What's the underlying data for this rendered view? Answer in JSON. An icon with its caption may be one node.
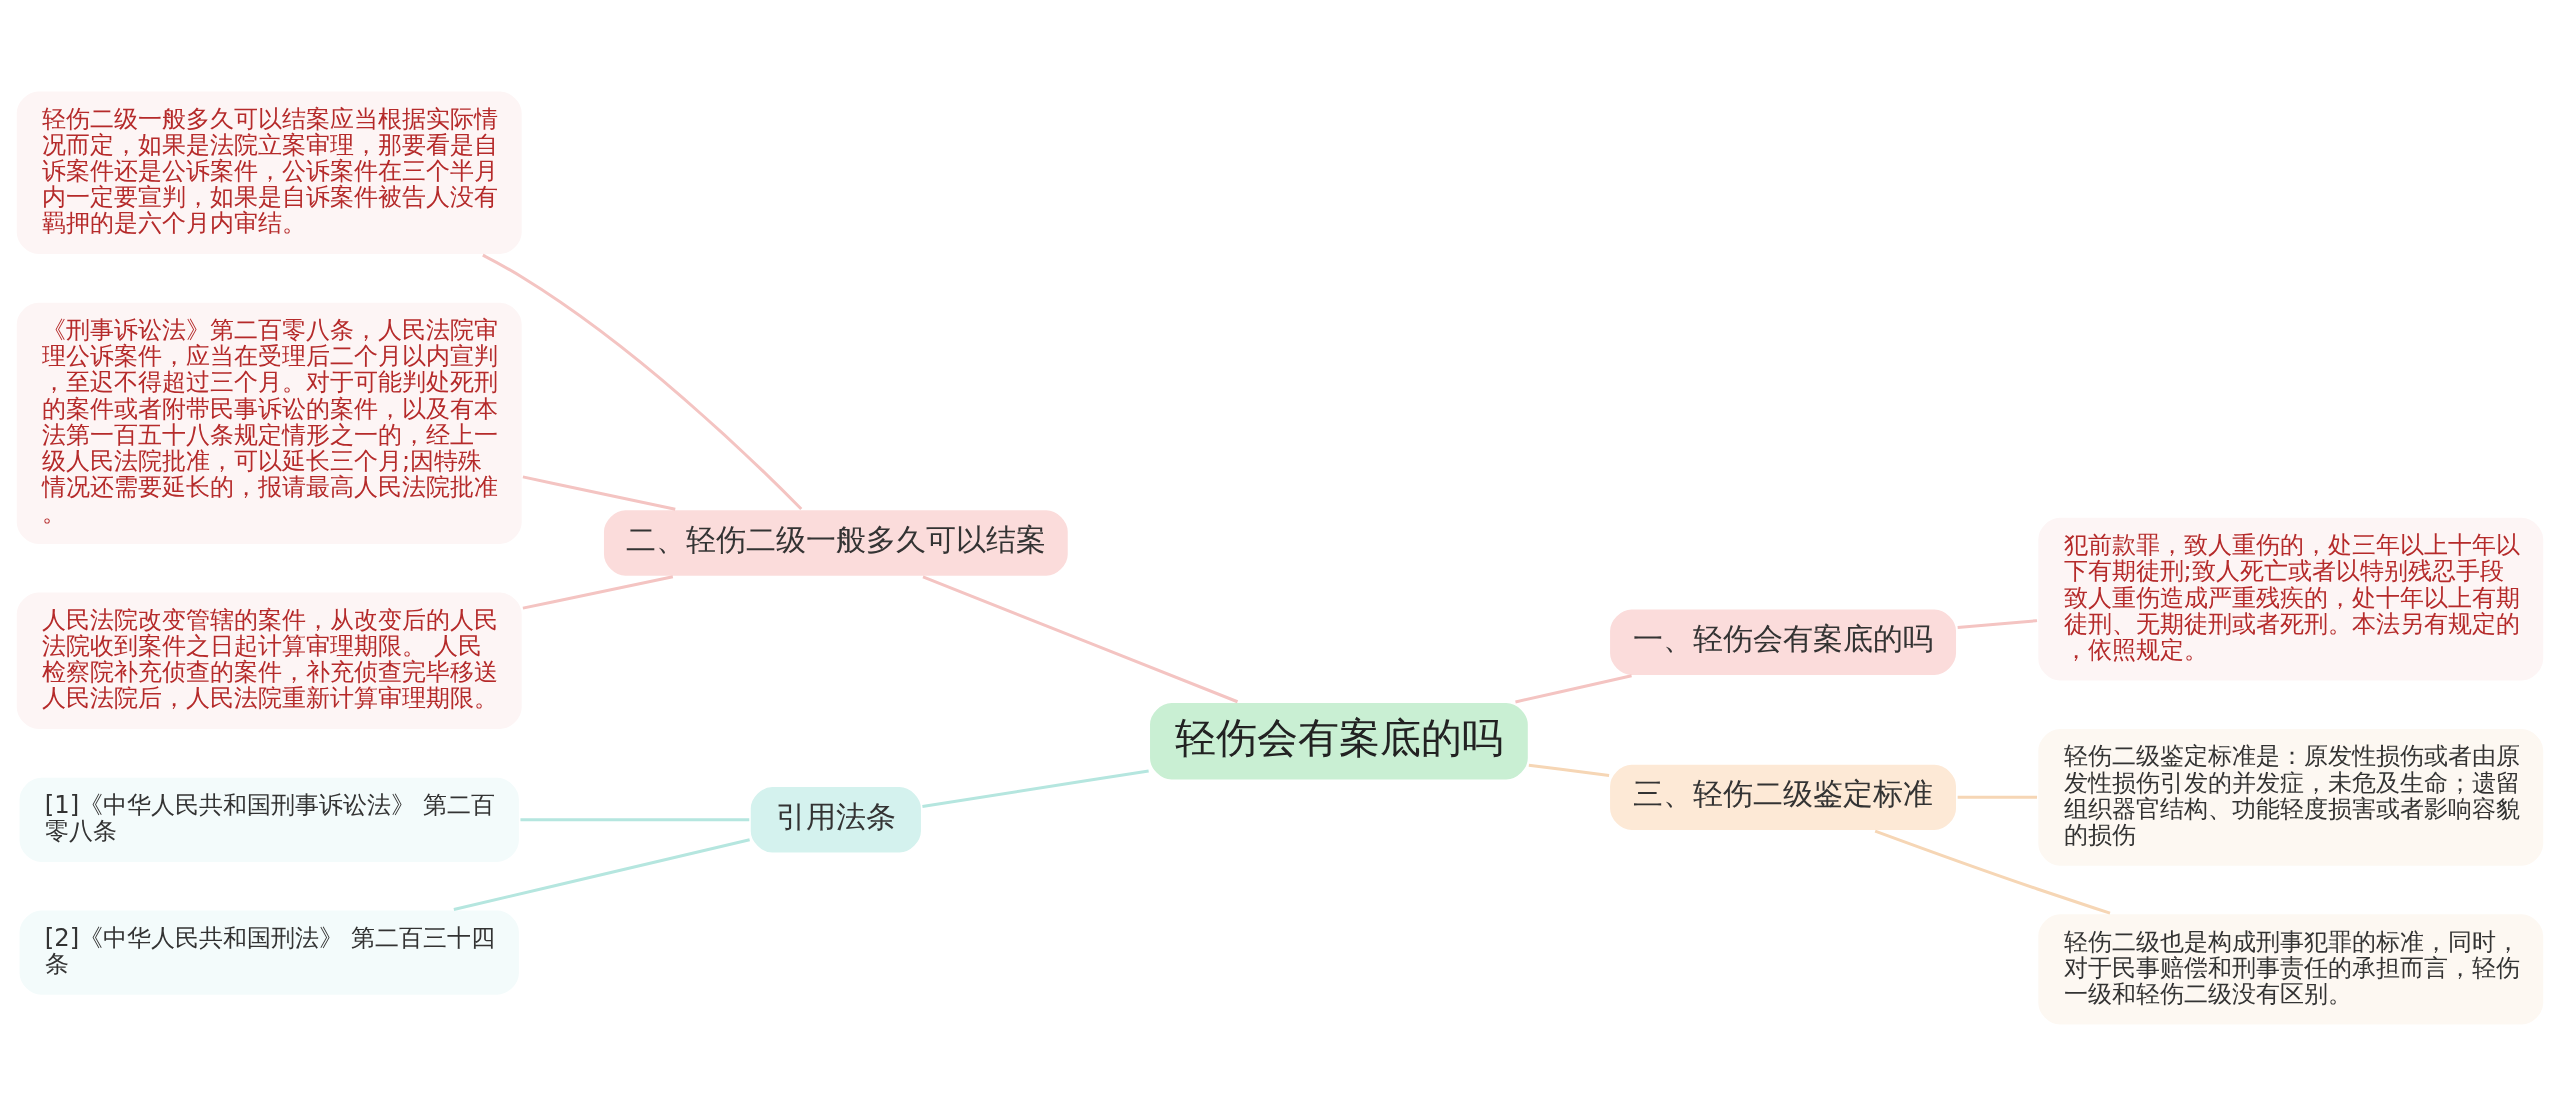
{
  "diagram": {
    "nodes": [
      {
        "text": [
          "轻伤会有案底的吗"
        ]
      },
      {
        "text": [
          "二、轻伤二级一般多久可以结案"
        ]
      },
      {
        "text": [
          "轻伤二级一般多久可以结案应当根据实际情况而定，如果是法院立案审理，那要看是自诉案件还是公诉案件，公诉案件在三个半月内一定要宣判，如果是自诉案件被告人没有羁押的是六个月内审结。"
        ]
      },
      {
        "text": [
          "《刑事诉讼法》第二百零八条，人民法院审理公诉案件，应当在受理后二个月以内宣判，至迟不得超过三个月。对于可能判处死刑的案件或者附带民事诉讼的案件，以及有本法第一百五十八条规定情形之一的，经上一级人民法院批准，可以延长三个月;因特殊情况还需要延长的，报请最高人民法院批准。"
        ]
      },
      {
        "text": [
          "人民法院改变管辖的案件，从改变后的人民法院收到案件之日起计算审理期限。 人民检察院补充侦查的案件，补充侦查完毕移送人民法院后，人民法院重新计算审理期限。"
        ]
      },
      {
        "text": [
          "引用法条"
        ]
      },
      {
        "text": [
          "[1]《中华人民共和国刑事诉讼法》 第二百零八条"
        ]
      },
      {
        "text": [
          "[2]《中华人民共和国刑法》 第二百三十四条"
        ]
      },
      {
        "text": [
          "一、轻伤会有案底的吗"
        ]
      },
      {
        "text": [
          "犯前款罪，致人重伤的，处三年以上十年以下有期徒刑;致人死亡或者以特别残忍手段致人重伤造成严重残疾的，处十年以上有期徒刑、无期徒刑或者死刑。本法另有规定的，依照规定。"
        ]
      },
      {
        "text": [
          "三、轻伤二级鉴定标准"
        ]
      },
      {
        "text": [
          "轻伤二级鉴定标准是：原发性损伤或者由原发性损伤引发的并发症，未危及生命；遗留组织器官结构、功能轻度损害或者影响容貌的损伤"
        ]
      },
      {
        "text": [
          "轻伤二级也是构成刑事犯罪的标准，同时，对于民事赔偿和刑事责任的承担而言，轻伤一级和轻伤二级没有区别。"
        ]
      }
    ],
    "edges": [
      {
        "from": 0,
        "to": 1,
        "arrow": "none"
      },
      {
        "from": 1,
        "to": 2,
        "arrow": "none"
      },
      {
        "from": 1,
        "to": 3,
        "arrow": "none"
      },
      {
        "from": 1,
        "to": 4,
        "arrow": "none"
      },
      {
        "from": 0,
        "to": 5,
        "arrow": "none",
        "color": "#b5e6df"
      },
      {
        "from": 5,
        "to": 6,
        "arrow": "none",
        "color": "#b5e6df"
      },
      {
        "from": 5,
        "to": 7,
        "arrow": "none",
        "color": "#b5e6df"
      },
      {
        "from": 0,
        "to": 8,
        "arrow": "none"
      },
      {
        "from": 8,
        "to": 9,
        "arrow": "none"
      },
      {
        "from": 0,
        "to": 10,
        "arrow": "none",
        "color": "#f6d6b5"
      },
      {
        "from": 10,
        "to": 11,
        "arrow": "none",
        "color": "#f6d6b5"
      },
      {
        "from": 10,
        "to": 12,
        "arrow": "none",
        "color": "#f6d6b5"
      }
    ]
  }
}
